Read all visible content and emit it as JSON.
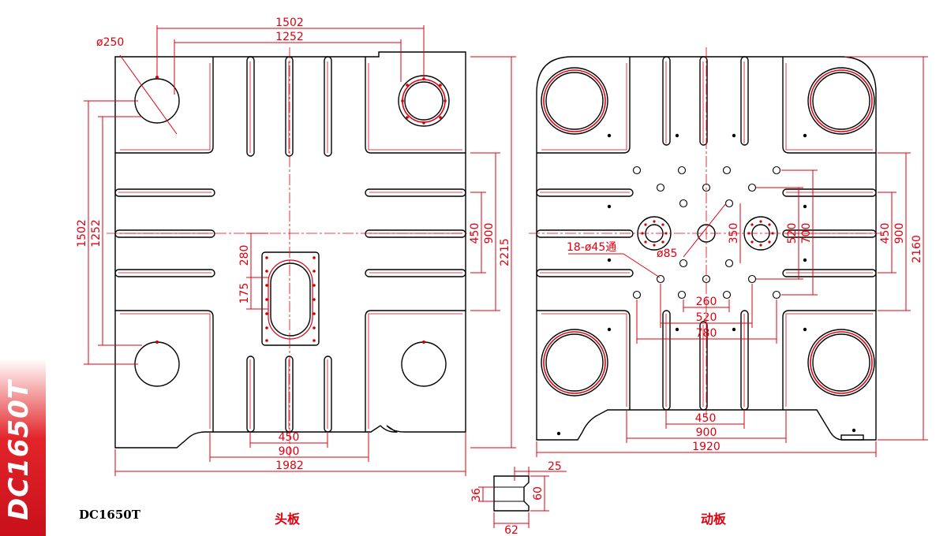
{
  "model": "DC1650T",
  "side_label": "DC1650T",
  "captions": {
    "head_plate": "头板",
    "moving_plate": "动板"
  },
  "colors": {
    "outline": "#000000",
    "dimension": "#e0000f",
    "tab": "#d8101a",
    "background": "#ffffff"
  },
  "head_plate_dims": {
    "tie_bar_dia": "ø250",
    "top_outer": "1502",
    "top_inner": "1252",
    "left_outer": "1502",
    "left_inner": "1252",
    "right_450": "450",
    "right_900": "900",
    "right_total": "2215",
    "center_280": "280",
    "center_175": "175",
    "bottom_450": "450",
    "bottom_900": "900",
    "bottom_total": "1982"
  },
  "moving_plate_dims": {
    "holes_note": "18-ø45通",
    "center_dia": "ø85",
    "center_350": "350",
    "right_520": "520",
    "right_700": "700",
    "right_450": "450",
    "right_900": "900",
    "right_total": "2160",
    "h_260": "260",
    "h_520": "520",
    "h_780": "780",
    "bottom_450": "450",
    "bottom_900": "900",
    "bottom_total": "1920"
  },
  "slot_detail_dims": {
    "top_width": "25",
    "neck": "36",
    "height": "60",
    "bottom_width": "62"
  }
}
